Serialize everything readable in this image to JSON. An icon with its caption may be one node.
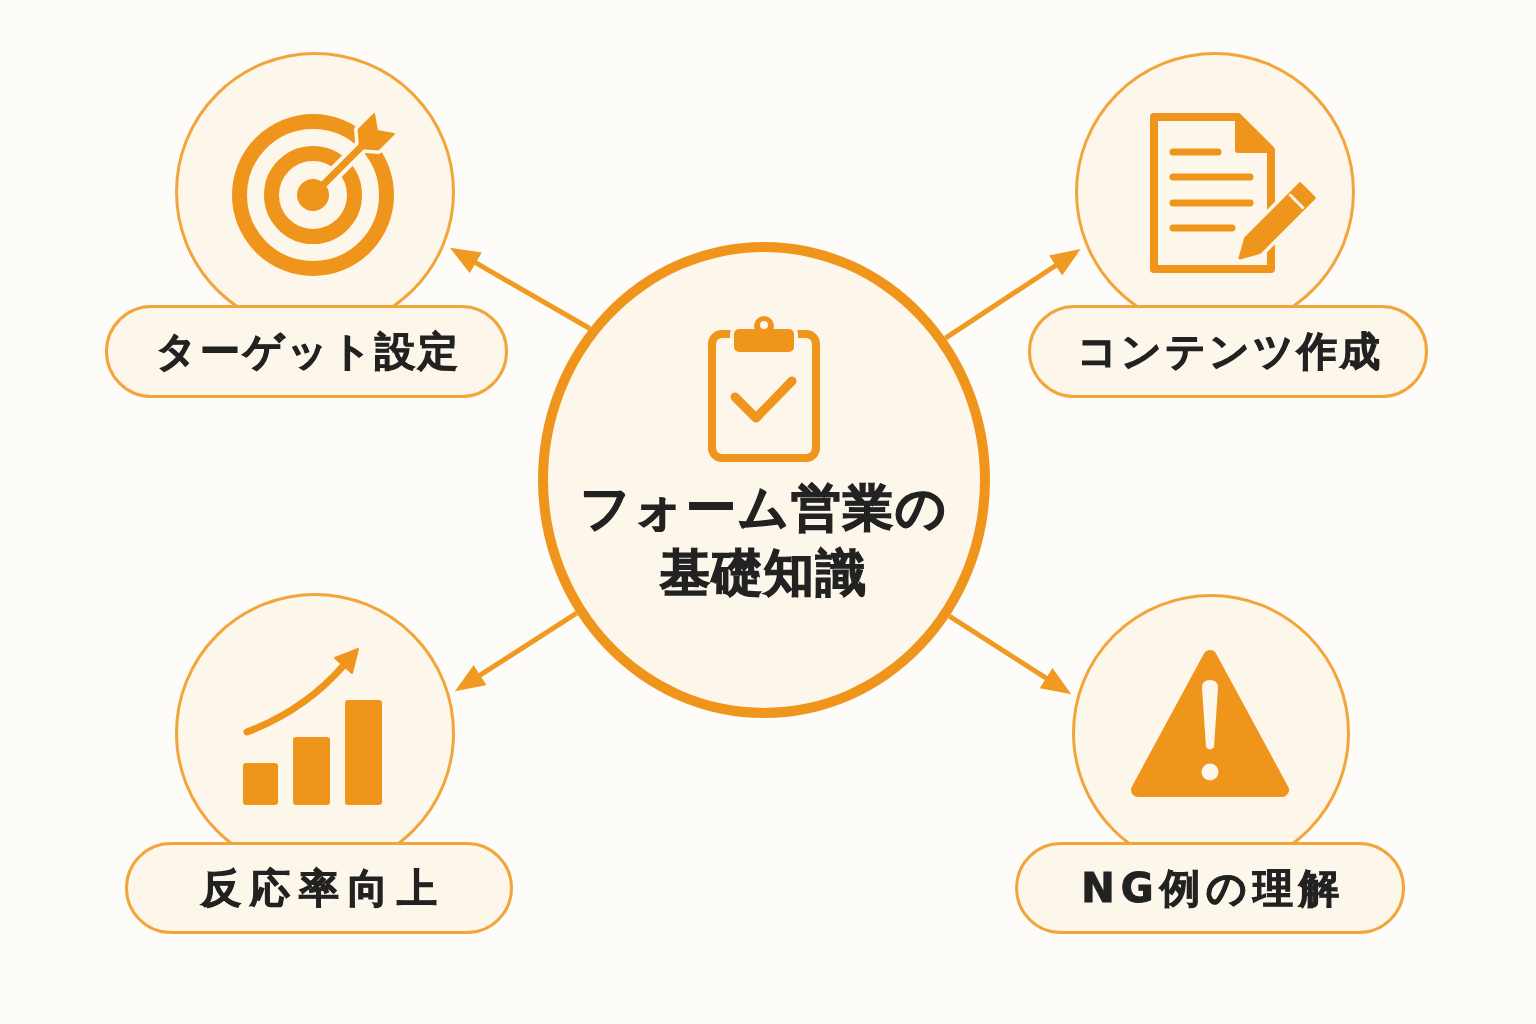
{
  "diagram": {
    "nodes": [
      {
        "text": [
          "フォーム営業の基礎知識"
        ]
      },
      {
        "text": [],
        "shape": "circle"
      },
      {
        "text": [
          "ターゲット設定"
        ]
      },
      {
        "text": [],
        "shape": "circle"
      },
      {
        "text": [
          "コンテンツ作成"
        ]
      },
      {
        "text": [],
        "shape": "circle"
      },
      {
        "text": [
          "反応率向上"
        ]
      },
      {
        "text": [],
        "shape": "circle"
      },
      {
        "text": [
          "NG例の理解"
        ]
      }
    ],
    "edges": [
      {
        "from": 0,
        "to": 1,
        "arrow": "to"
      },
      {
        "from": 0,
        "to": 3,
        "arrow": "to"
      },
      {
        "from": 0,
        "to": 5,
        "arrow": "to"
      },
      {
        "from": 0,
        "to": 7,
        "arrow": "to"
      }
    ]
  }
}
